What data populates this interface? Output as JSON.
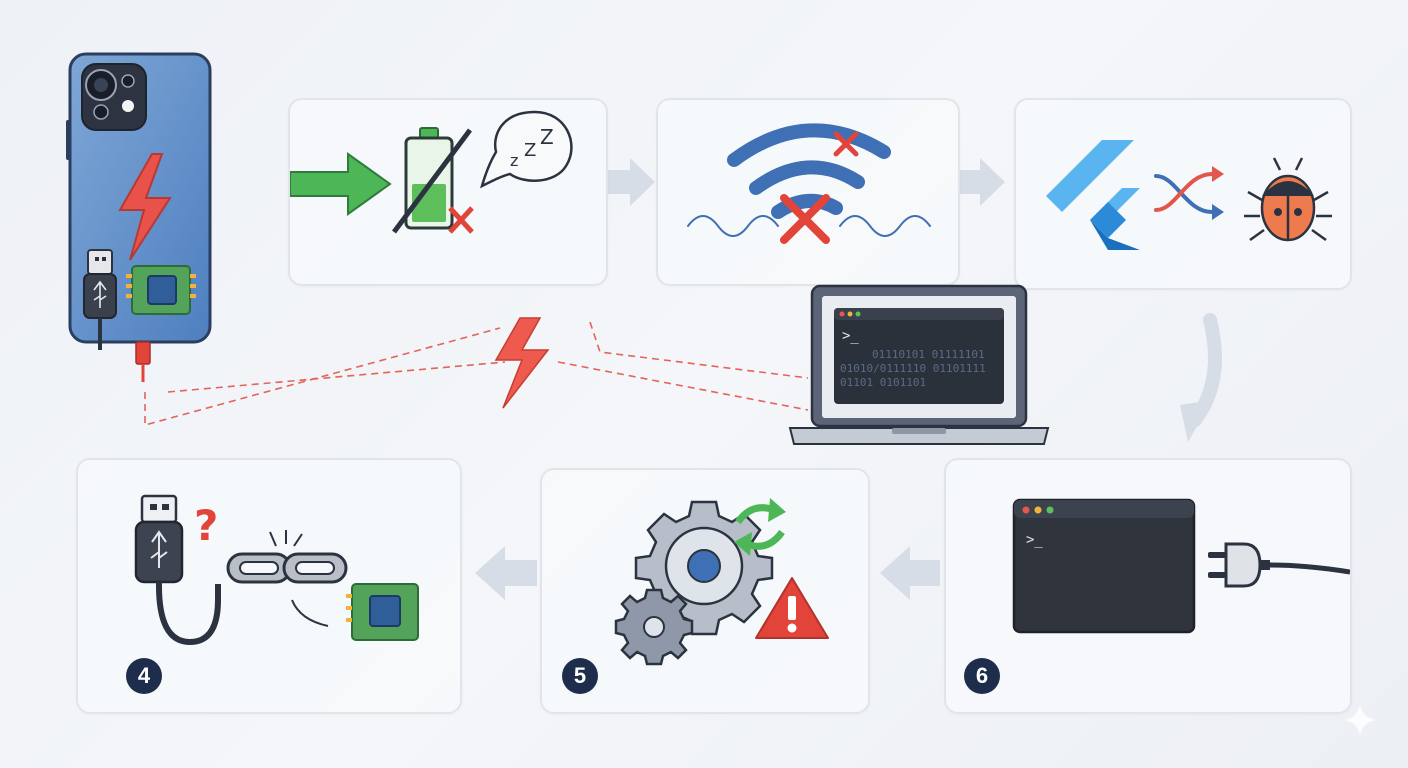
{
  "steps": [
    {
      "number": "4"
    },
    {
      "number": "5"
    },
    {
      "number": "6"
    }
  ],
  "terminal": {
    "prompt": ">_",
    "binary_lines": [
      "01110101 01111101",
      "01010/0111110 01101111",
      "01101 0101101"
    ]
  },
  "big_terminal": {
    "prompt": ">_"
  },
  "icons": {
    "phone": "smartphone-icon",
    "charging": "lightning-bolt-icon",
    "usb": "usb-icon",
    "board": "circuit-board-icon",
    "battery": "battery-disabled-icon",
    "sleep": "sleep-bubble-icon",
    "wifi": "wifi-off-icon",
    "flutter": "flutter-logo-icon",
    "shuffle": "shuffle-icon",
    "bug": "bug-icon",
    "laptop": "laptop-icon",
    "gear": "gear-refresh-icon",
    "warning": "warning-icon",
    "plug": "power-plug-icon",
    "broken_link": "broken-link-icon",
    "question": "question-mark-icon"
  },
  "colors": {
    "accent_blue": "#4a86c8",
    "error_red": "#e2443a",
    "ok_green": "#52b34a",
    "badge": "#1f2d4c"
  }
}
